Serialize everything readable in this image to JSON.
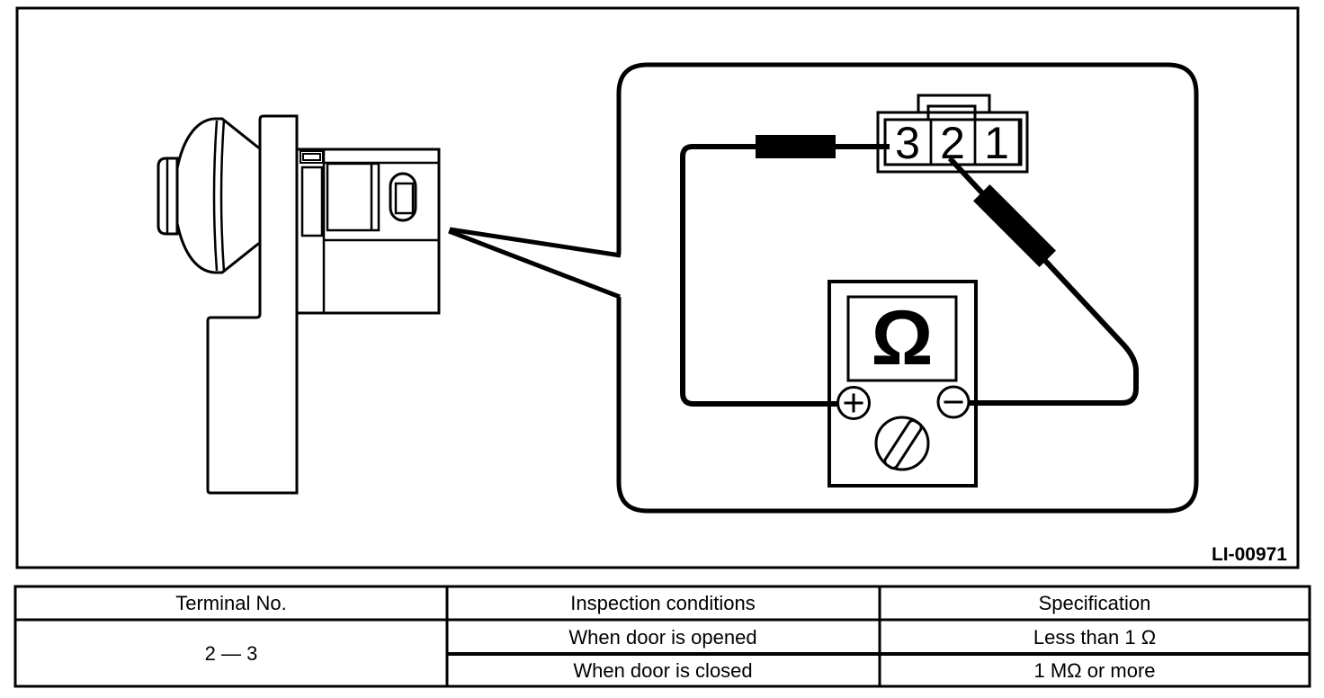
{
  "figure": {
    "code": "LI-00971",
    "connector_terminals": [
      "3",
      "2",
      "1"
    ],
    "meter_symbol": "Ω"
  },
  "table": {
    "headers": [
      "Terminal No.",
      "Inspection conditions",
      "Specification"
    ],
    "terminal_no": "2 — 3",
    "rows": [
      {
        "condition": "When door is opened",
        "specification": "Less than 1 Ω"
      },
      {
        "condition": "When door is closed",
        "specification": "1 MΩ or more"
      }
    ]
  },
  "colors": {
    "line": "#000000",
    "background": "#ffffff"
  }
}
